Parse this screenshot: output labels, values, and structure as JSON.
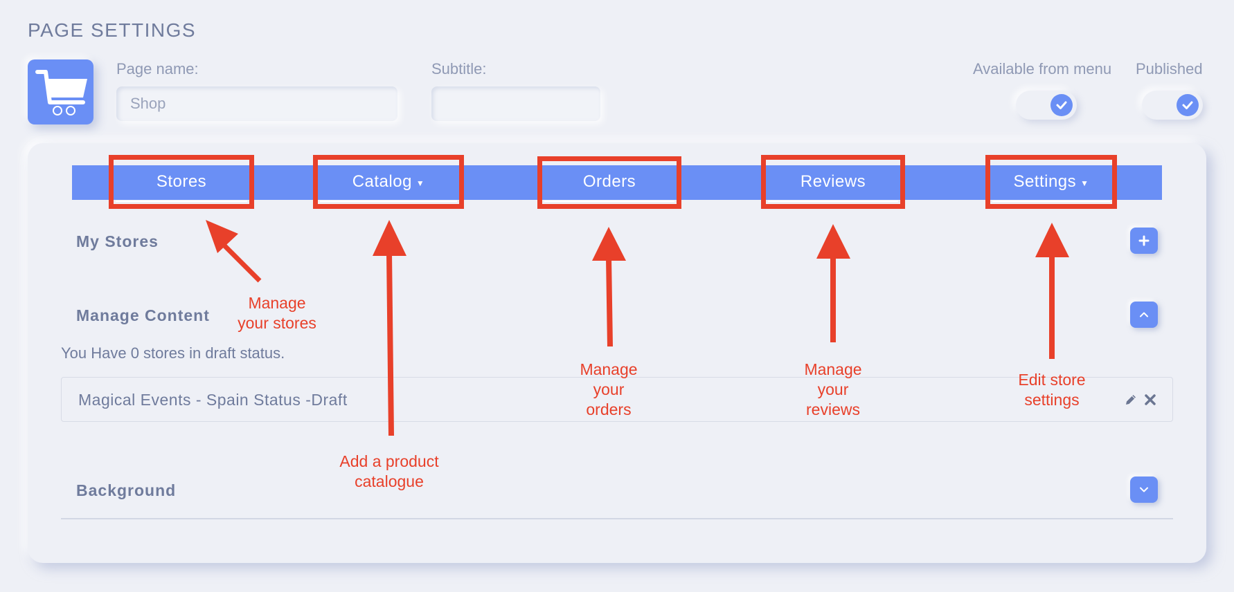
{
  "page": {
    "title": "PAGE SETTINGS",
    "icon": "shopping-cart-icon"
  },
  "fields": {
    "page_name": {
      "label": "Page name:",
      "value": "Shop"
    },
    "subtitle": {
      "label": "Subtitle:",
      "value": ""
    }
  },
  "toggles": {
    "available_from_menu": {
      "label": "Available from menu",
      "checked": true
    },
    "published": {
      "label": "Published",
      "checked": true
    }
  },
  "navbar": {
    "stores": "Stores",
    "catalog": "Catalog",
    "orders": "Orders",
    "reviews": "Reviews",
    "settings": "Settings"
  },
  "sections": {
    "my_stores": {
      "title": "My Stores",
      "button_icon": "plus-icon"
    },
    "manage_content": {
      "title": "Manage Content",
      "button_icon": "chevron-up-icon",
      "draft_status": "You Have 0 stores in draft status.",
      "stores": [
        {
          "name": "Magical Events - Spain Status -Draft"
        }
      ]
    },
    "background": {
      "title": "Background",
      "button_icon": "chevron-down-icon"
    }
  },
  "annotations": {
    "stores_line1": "Manage",
    "stores_line2": "your stores",
    "catalog_line1": "Add a product",
    "catalog_line2": "catalogue",
    "orders_line1": "Manage",
    "orders_line2": "your",
    "orders_line3": "orders",
    "reviews_line1": "Manage",
    "reviews_line2": "your",
    "reviews_line3": "reviews",
    "settings_line1": "Edit store",
    "settings_line2": "settings"
  },
  "colors": {
    "accent": "#6a8ff5",
    "annotation": "#e8402a",
    "background": "#eef0f6"
  }
}
